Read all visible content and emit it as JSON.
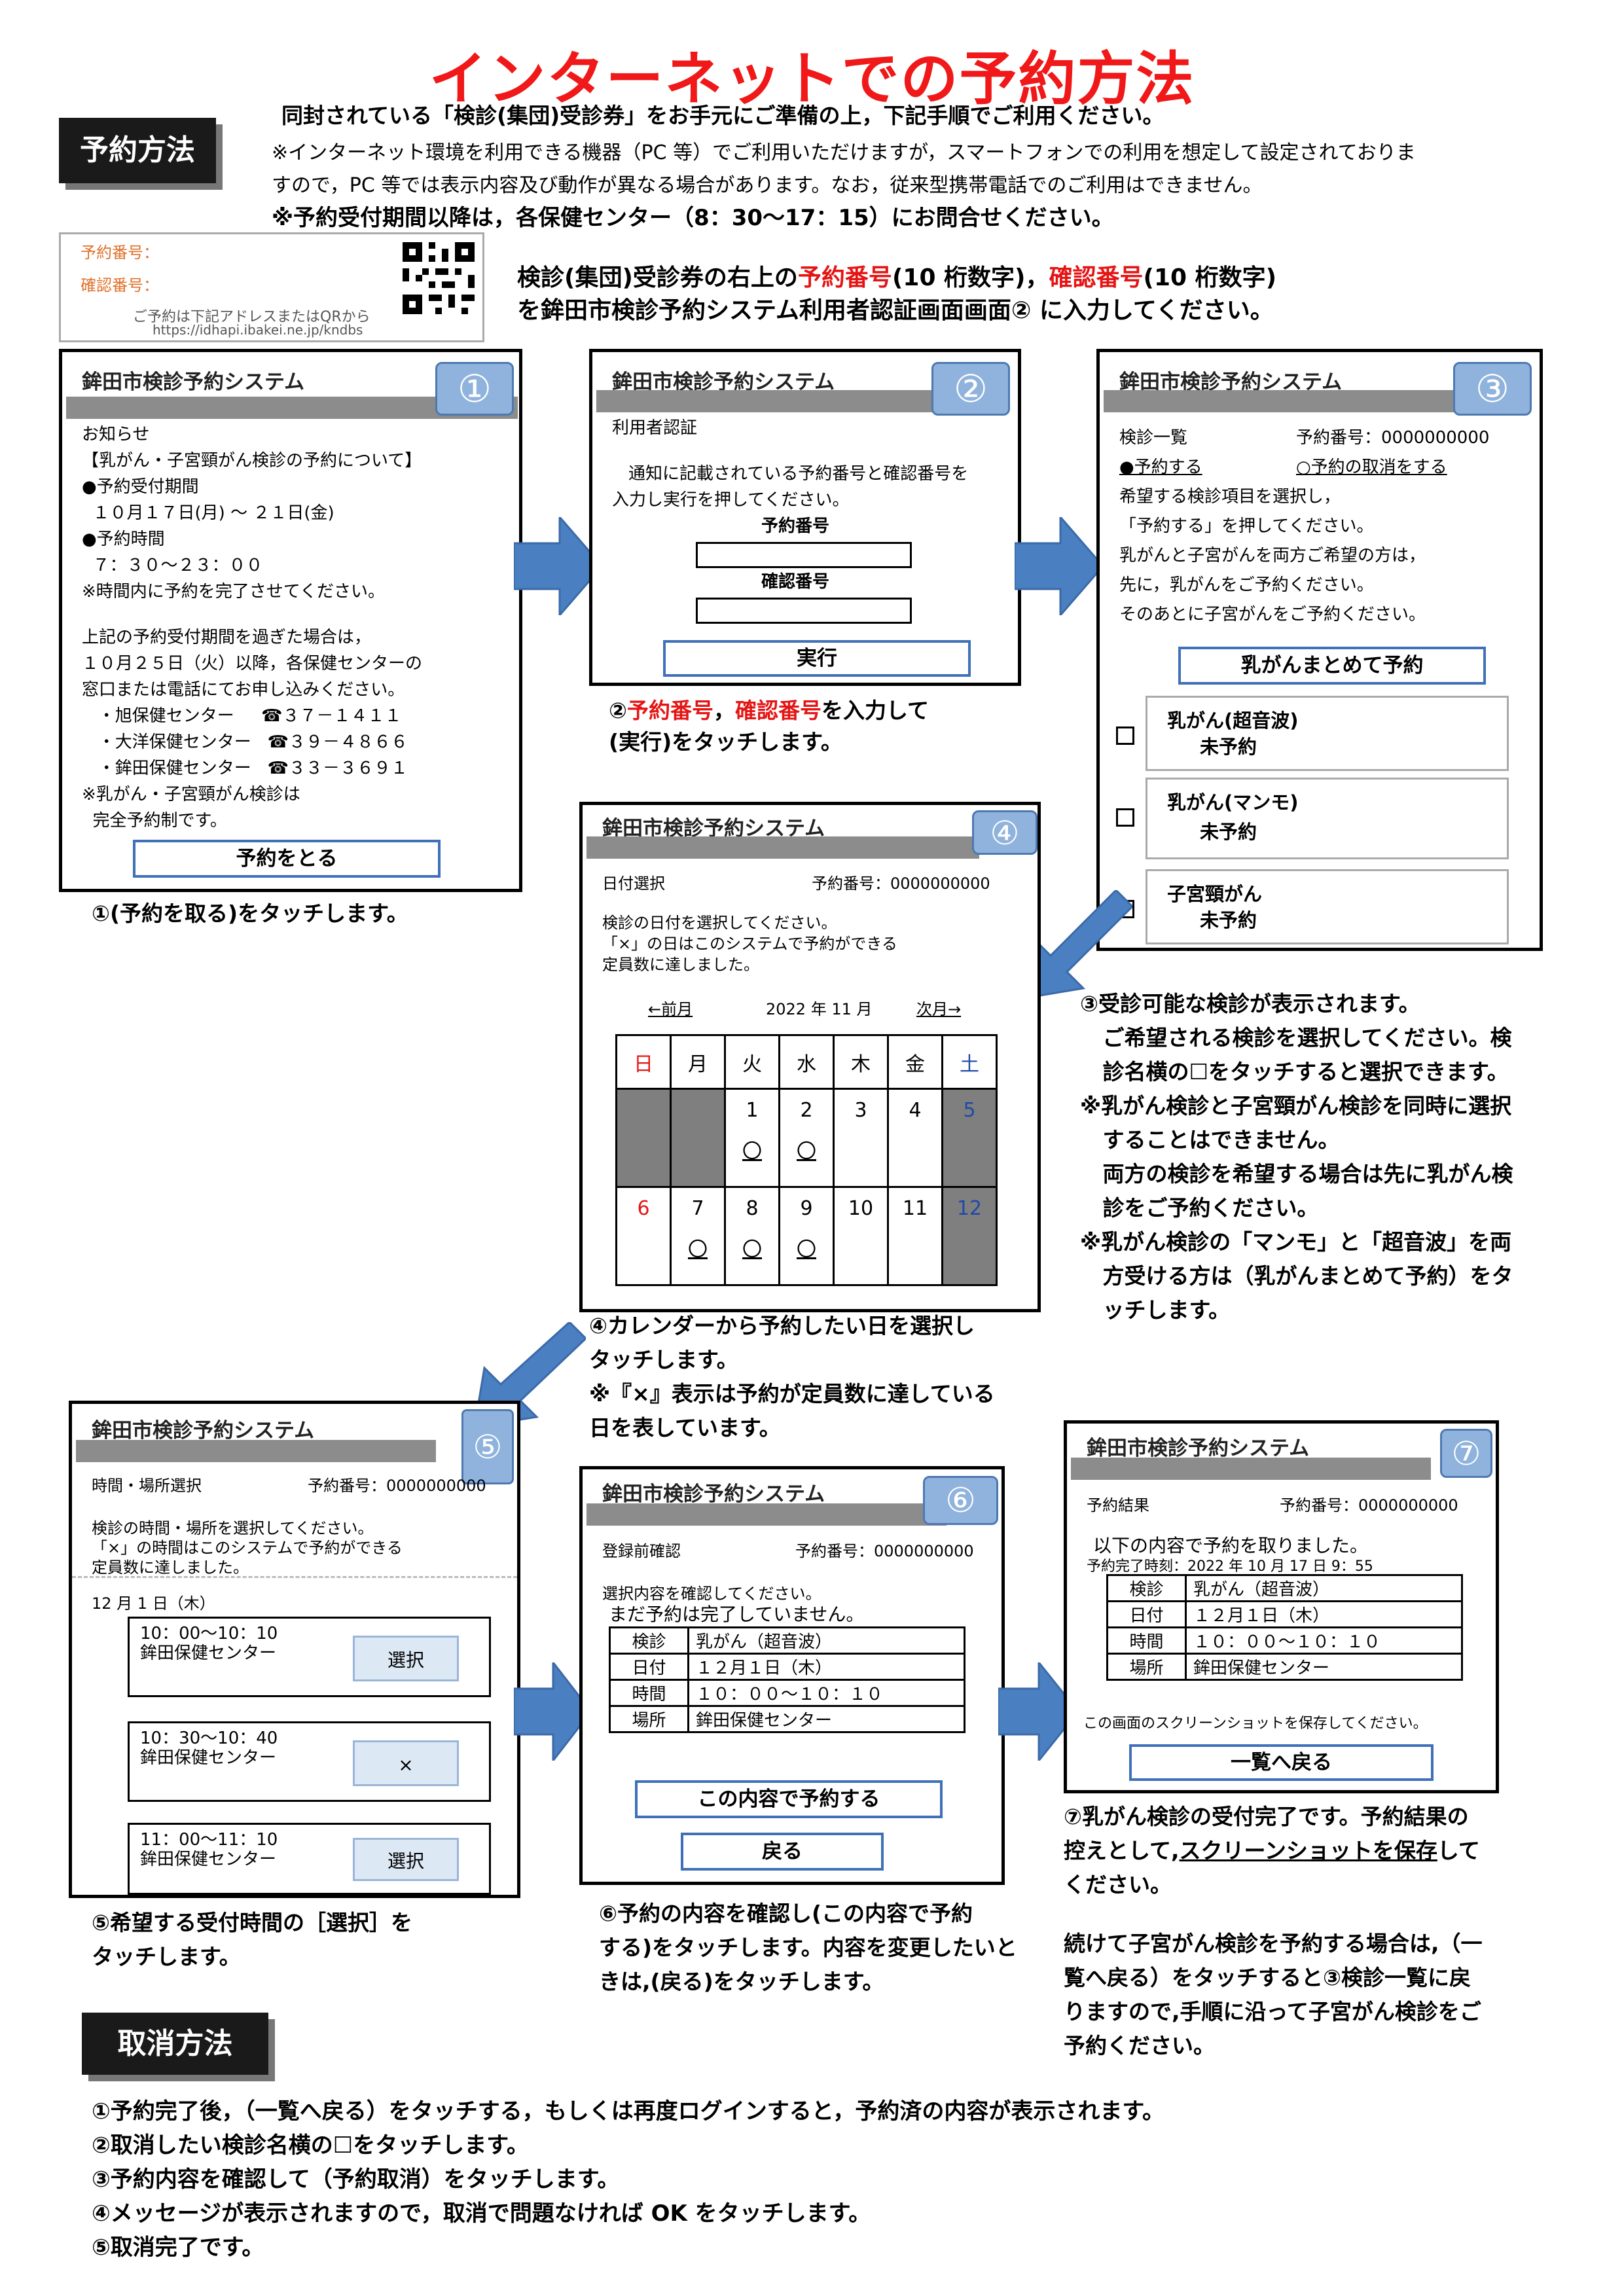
{
  "title": "インターネットでの予約方法",
  "section_reserve": "予約方法",
  "section_cancel": "取消方法",
  "intro": {
    "line1": "同封されている「検診(集団)受診券」をお手元にご準備の上，下記手順でご利用ください。",
    "line2": "※インターネット環境を利用できる機器（PC 等）でご利用いただけますが，スマートフォンでの利用を想定して設定されておりま",
    "line3": "すので，PC 等では表示内容及び動作が異なる場合があります。なお，従来型携帯電話でのご利用はできません。",
    "line4": "※予約受付期間以降は，各保健センター（8：30～17：15）にお問合せください。"
  },
  "ticket": {
    "label_no": "予約番号：",
    "label_conf": "確認番号：",
    "note1": "ご予約は下記アドレスまたはQRから",
    "url": "https://idhapi.ibakei.ne.jp/kndbs"
  },
  "ticket_desc": {
    "pre": "検診(集団)受診券の右上の",
    "no": "予約番号",
    "mid1": "(10 桁数字)，",
    "conf": "確認番号",
    "mid2": "(10 桁数字)",
    "line2": "を鉾田市検診予約システム利用者認証画面画面② に入力してください。"
  },
  "system_name": "鉾田市検診予約システム",
  "steps_num": [
    "①",
    "②",
    "③",
    "④",
    "⑤",
    "⑥",
    "⑦"
  ],
  "s1": {
    "lines": [
      "お知らせ",
      "【乳がん・子宮頸がん検診の予約について】",
      "●予約受付期間",
      "  １０月１７日(月) ～ ２１日(金)",
      "●予約時間",
      "  ７：３０～２３：００",
      "※時間内に予約を完了させてください。",
      "",
      "上記の予約受付期間を過ぎた場合は，",
      "１０月２５日（火）以降，各保健センターの",
      "窓口または電話にてお申し込みください。",
      "   ・旭保健センター     ☎３７－１４１１",
      "   ・大洋保健センター   ☎３９－４８６６",
      "   ・鉾田保健センター   ☎３３－３６９１",
      "※乳がん・子宮頸がん検診は",
      "  完全予約制です。"
    ],
    "button": "予約をとる",
    "caption": "①(予約を取る)をタッチします。"
  },
  "s2": {
    "heading": "利用者認証",
    "text1": "通知に記載されている予約番号と確認番号を",
    "text2": "入力し実行を押してください。",
    "label_no": "予約番号",
    "label_conf": "確認番号",
    "button": "実行",
    "cap1_a": "②",
    "cap1_b": "予約番号",
    "cap1_c": "，",
    "cap1_d": "確認番号",
    "cap1_e": "を入力して",
    "cap2": "(実行)をタッチします。"
  },
  "s3": {
    "heading": "検診一覧",
    "res_no": "予約番号：0000000000",
    "link1": "●予約する",
    "link2": "○予約の取消をする",
    "lines": [
      "希望する検診項目を選択し，",
      "「予約する」を押してください。",
      "乳がんと子宮がんを両方ご希望の方は，",
      "先に，乳がんをご予約ください。",
      "そのあとに子宮がんをご予約ください。"
    ],
    "button": "乳がんまとめて予約",
    "options": [
      {
        "name": "乳がん(超音波)",
        "status": "未予約"
      },
      {
        "name": "乳がん(マンモ)",
        "status": "未予約"
      },
      {
        "name": "子宮頸がん",
        "status": "未予約"
      }
    ],
    "caption": [
      "③受診可能な検診が表示されます。",
      "   ご希望される検診を選択してください。検",
      "   診名横の☐をタッチすると選択できます。",
      "※乳がん検診と子宮頸がん検診を同時に選択",
      "   することはできません。",
      "   両方の検診を希望する場合は先に乳がん検",
      "   診をご予約ください。",
      "※乳がん検診の「マンモ」と「超音波」を両",
      "   方受ける方は（乳がんまとめて予約）をタ",
      "   ッチします。"
    ]
  },
  "s4": {
    "heading": "日付選択",
    "res_no": "予約番号：0000000000",
    "lines": [
      "検診の日付を選択してください。",
      "「×」の日はこのシステムで予約ができる",
      "定員数に達しました。"
    ],
    "prev": "←前月",
    "month": "2022 年 11 月",
    "next": "次月→",
    "weekdays": [
      "日",
      "月",
      "火",
      "水",
      "木",
      "金",
      "土"
    ],
    "week1": [
      "",
      "",
      "1",
      "2",
      "3",
      "4",
      "5"
    ],
    "week2": [
      "6",
      "7",
      "8",
      "9",
      "10",
      "11",
      "12"
    ],
    "mark": "〇",
    "caption": [
      "④カレンダーから予約したい日を選択し",
      "タッチします。",
      "※『×』表示は予約が定員数に達している",
      "日を表しています。"
    ]
  },
  "s5": {
    "heading": "時間・場所選択",
    "res_no": "予約番号：0000000000",
    "lines": [
      "検診の時間・場所を選択してください。",
      "「×」の時間はこのシステムで予約ができる",
      "定員数に達しました。"
    ],
    "date": "12 月 1 日（木）",
    "slots": [
      {
        "time": "10：00～10：10",
        "place": "鉾田保健センター",
        "btn": "選択"
      },
      {
        "time": "10：30～10：40",
        "place": "鉾田保健センター",
        "btn": "×"
      },
      {
        "time": "11：00～11：10",
        "place": "鉾田保健センター",
        "btn": "選択"
      }
    ],
    "caption": [
      "⑤希望する受付時間の［選択］を",
      "タッチします。"
    ]
  },
  "s6": {
    "heading": "登録前確認",
    "res_no": "予約番号：0000000000",
    "line1": "選択内容を確認してください。",
    "line2": "まだ予約は完了していません。",
    "rows": [
      [
        "検診",
        "乳がん（超音波）"
      ],
      [
        "日付",
        "１２月１日（木）"
      ],
      [
        "時間",
        "１０：００～１０：１０"
      ],
      [
        "場所",
        "鉾田保健センター"
      ]
    ],
    "btn1": "この内容で予約する",
    "btn2": "戻る",
    "caption": [
      "⑥予約の内容を確認し(この内容で予約",
      "する)をタッチします。内容を変更したいと",
      "きは,(戻る)をタッチします。"
    ]
  },
  "s7": {
    "heading": "予約結果",
    "res_no": "予約番号：0000000000",
    "line1": "以下の内容で予約を取りました。",
    "line2": "予約完了時刻：2022 年 10 月 17 日 9：55",
    "rows": [
      [
        "検診",
        "乳がん（超音波）"
      ],
      [
        "日付",
        "１２月１日（木）"
      ],
      [
        "時間",
        "１０：００～１０：１０"
      ],
      [
        "場所",
        "鉾田保健センター"
      ]
    ],
    "note": "この画面のスクリーンショットを保存してください。",
    "btn": "一覧へ戻る",
    "cap1": "⑦乳がん検診の受付完了です。予約結果の",
    "cap2_a": "控えとして,",
    "cap2_b": "スクリーンショットを保存",
    "cap2_c": "して",
    "cap3": "ください。",
    "cap4": [
      "続けて子宮がん検診を予約する場合は,（一",
      "覧へ戻る）をタッチすると③検診一覧に戻",
      "りますので,手順に沿って子宮がん検診をご",
      "予約ください。"
    ]
  },
  "cancel_steps": [
    "①予約完了後，（一覧へ戻る）をタッチする，もしくは再度ログインすると，予約済の内容が表示されます。",
    "②取消したい検診名横の☐をタッチします。",
    "③予約内容を確認して（予約取消）をタッチします。",
    "④メッセージが表示されますので，取消で問題なければ OK をタッチします。",
    "⑤取消完了です。"
  ],
  "colors": {
    "title": "#f01818",
    "accent_blue": "#4a7fc1",
    "number_badge": "#8fb3dc",
    "grey_bar": "#8c8c8c"
  }
}
